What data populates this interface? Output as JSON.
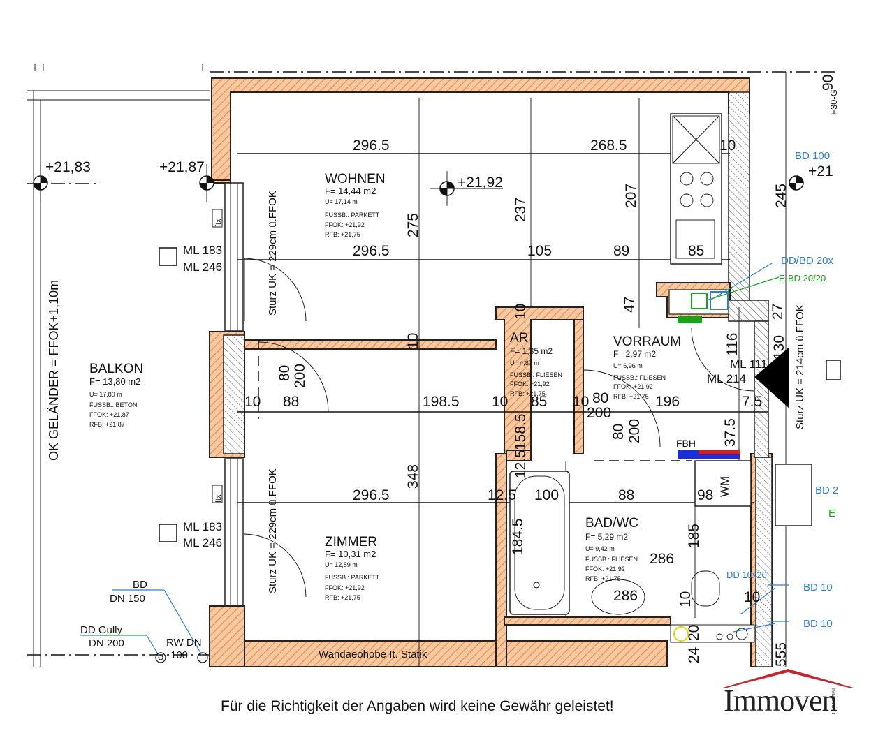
{
  "rooms": {
    "wohnen": {
      "name": "WOHNEN",
      "area": "F=  14,44 m2",
      "u": "U=      17,14 m",
      "floor": "FUSSB.: PARKETT",
      "ffok": "FFOK:     +21,92",
      "rfb": "RFB:       +21,75"
    },
    "zimmer": {
      "name": "ZIMMER",
      "area": "F=  10,31 m2",
      "u": "U=      12,89 m",
      "floor": "FUSSB.: PARKETT",
      "ffok": "FFOK:     +21,92",
      "rfb": "RFB:       +21,75"
    },
    "balkon": {
      "name": "BALKON",
      "area": "F=  13,80 m2",
      "u": "U=      17,80 m",
      "floor": "FUSSB.: BETON",
      "ffok": "FFOK:     +21,87",
      "rfb": "RFB:       +21,87"
    },
    "ar": {
      "name": "AR",
      "area": "F=     1,35 m2",
      "u": "U=      4,87 m",
      "floor": "FUSSB.: FLIESEN",
      "ffok": "FFOK:    +21,92",
      "rfb": "RFB:     +21,75"
    },
    "vorraum": {
      "name": "VORRAUM",
      "area": "F=     2,97 m2",
      "u": "U=      6,96 m",
      "floor": "FUSSB.: FLIESEN",
      "ffok": "FFOK:    +21,92",
      "rfb": "RFB:     +21,75"
    },
    "bad": {
      "name": "BAD/WC",
      "area": "F=     5,29 m2",
      "u": "U=      9,42 m",
      "floor": "FUSSB.: FLIESEN",
      "ffok": "FFOK:    +21,92",
      "rfb": "RFB:     +21,75"
    }
  },
  "levels": {
    "balkon_left": "+21,83",
    "balkon_right": "+21,87",
    "wohnen": "+21,92",
    "right": "+21"
  },
  "dimensions": {
    "d296_top": "296.5",
    "d268": "268.5",
    "d10_top": "10",
    "d296_mid": "296.5",
    "d105": "105",
    "d89": "89",
    "d85_kitchen": "85",
    "d275": "275",
    "d237": "237",
    "d207": "207",
    "d47": "47",
    "d245": "245",
    "d10_wall": "10",
    "d10_ar": "10",
    "d80": "80",
    "d200": "200",
    "d10_a": "10",
    "d88": "88",
    "d198": "198.5",
    "d10_b": "10",
    "d85": "85",
    "d10_c": "10",
    "d80_b": "80",
    "d196": "196",
    "d200_b": "200",
    "d158": "158.5",
    "d80_c": "80",
    "d200_c": "200",
    "d116": "116",
    "d130": "130",
    "d7": "7.5",
    "d37": "37.5",
    "d27": "27",
    "d12_top": "12.5",
    "d296_bottom": "296.5",
    "d348": "348",
    "d12": "12.5",
    "d100": "100",
    "d88_b": "88",
    "d98": "98",
    "d184": "184.5",
    "d185": "185",
    "d286": "286",
    "d286_b": "286",
    "d10_d": "10",
    "d10_e": "10",
    "d20": "20",
    "d24": "24",
    "d555": "555",
    "d90": "90"
  },
  "labels": {
    "sturz_top": "Sturz UK = 229cm ü.FFOK",
    "sturz_bottom": "Sturz UK = 229cm ü.FFOK",
    "sturz_right": "Sturz UK = 214cm ü.FFOK",
    "ok_gelaender": "OK GELÄNDER = FFOK+1,10m",
    "ml_top_1": "ML 183",
    "ml_top_2": "ML 246",
    "ml_bot_1": "ML 183",
    "ml_bot_2": "ML 246",
    "ml_right_1": "ML 111",
    "ml_right_2": "ML 214",
    "ftx_top": "ftx",
    "ftx_bottom": "ftx",
    "fbh": "FBH",
    "wm": "WM",
    "wand": "Wandaeohobe It. Statik",
    "bd": "BD",
    "dn150": "DN 150",
    "dd_gully": "DD Gully",
    "dn200": "DN 200",
    "rw_dn": "RW DN",
    "rw_100": "100",
    "f30": "F30-G"
  },
  "blue_labels": {
    "bd100_top": "BD 100",
    "dd_bd": "DD/BD 20x",
    "e_bd": "E-BD 20/20",
    "bd_right": "BD 2",
    "e_right": "E",
    "dd_small": "DD 10x20",
    "bd100_a": "BD 10",
    "bd100_b": "BD 10"
  },
  "footer": {
    "disclaimer": "Für die Richtigkeit der Angaben wird keine Gewähr geleistet!",
    "logo": "Immoven",
    "logo_side": "IMMOVENT"
  },
  "colors": {
    "wall_hatch": "#f3a263",
    "blue": "#2a7fd4",
    "green": "#1aa31a",
    "fbh_red": "#d91c1c",
    "fbh_blue": "#1b2fd9"
  }
}
